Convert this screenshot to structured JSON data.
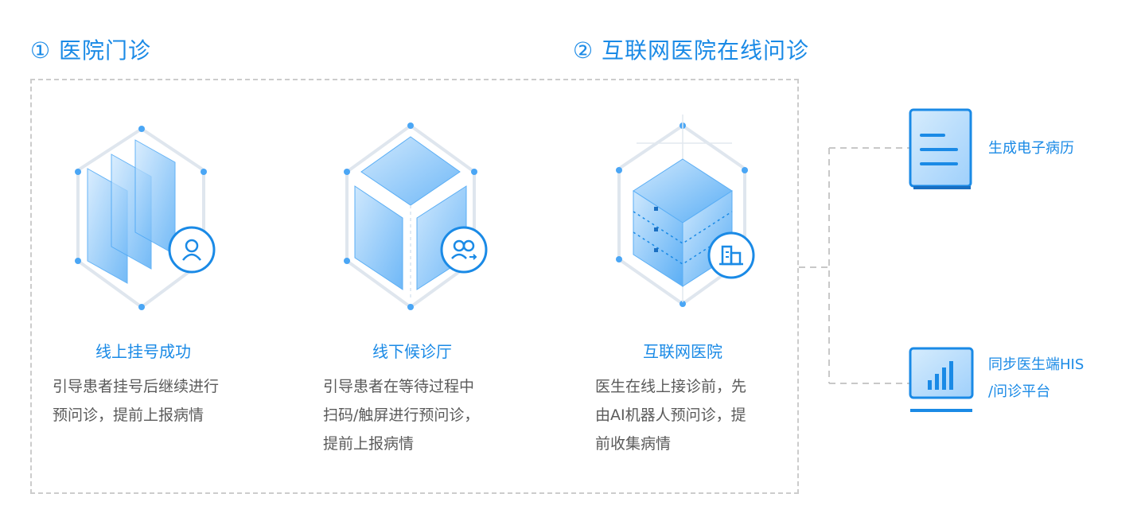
{
  "sections": [
    {
      "title": "① 医院门诊"
    },
    {
      "title": "② 互联网医院在线问诊"
    }
  ],
  "cards": [
    {
      "title": "线上挂号成功",
      "desc": [
        "引导患者挂号后继续进行",
        "预问诊，提前上报病情"
      ],
      "icon": "user-icon"
    },
    {
      "title": "线下候诊厅",
      "desc": [
        "引导患者在等待过程中",
        "扫码/触屏进行预问诊，",
        "提前上报病情"
      ],
      "icon": "users-icon"
    },
    {
      "title": "互联网医院",
      "desc": [
        "医生在线上接诊前，先",
        "由AI机器人预问诊，提",
        "前收集病情"
      ],
      "icon": "hospital-icon"
    }
  ],
  "outputs": [
    {
      "label": [
        "生成电子病历"
      ],
      "icon": "document-icon"
    },
    {
      "label": [
        "同步医生端HIS",
        "/问诊平台"
      ],
      "icon": "monitor-chart-icon"
    }
  ],
  "colors": {
    "accent": "#1a8ae6",
    "light_blue": "#9fd0fb",
    "dashed": "#cccccc",
    "text": "#5a5a5a"
  }
}
